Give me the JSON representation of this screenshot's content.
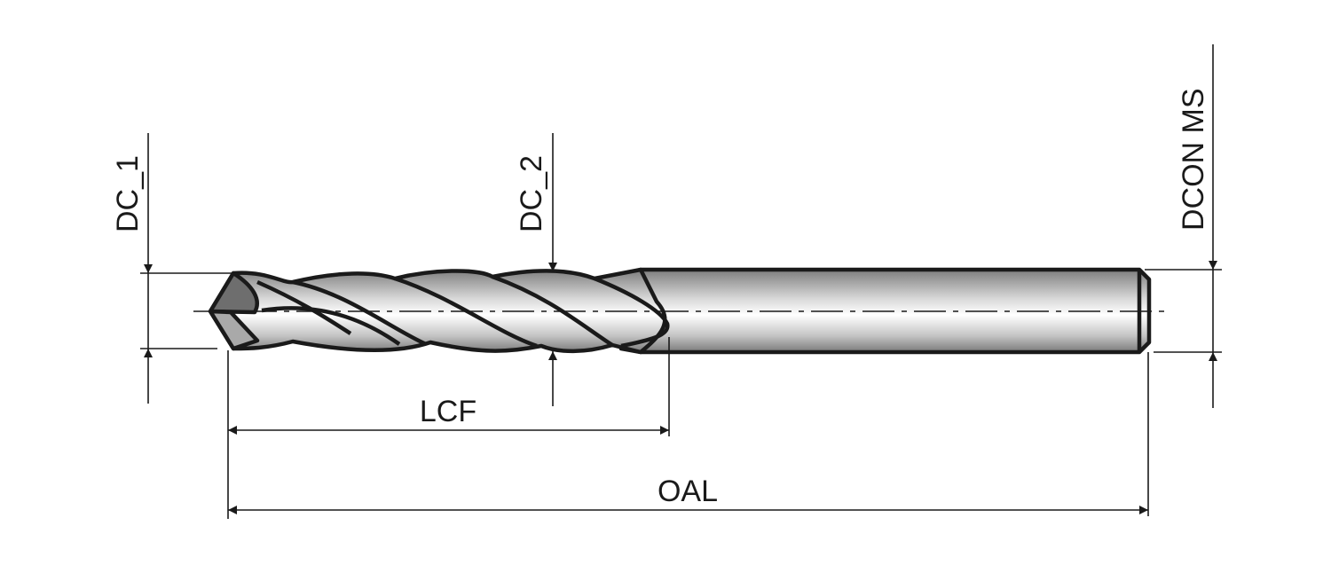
{
  "diagram": {
    "labels": {
      "dc1": "DC_1",
      "dc2": "DC_2",
      "dcon": "DCON MS",
      "lcf": "LCF",
      "oal": "OAL"
    },
    "colors": {
      "line": "#1a1a1a",
      "metal_light": "#f4f4f4",
      "metal_dark": "#8a8a8a"
    }
  }
}
